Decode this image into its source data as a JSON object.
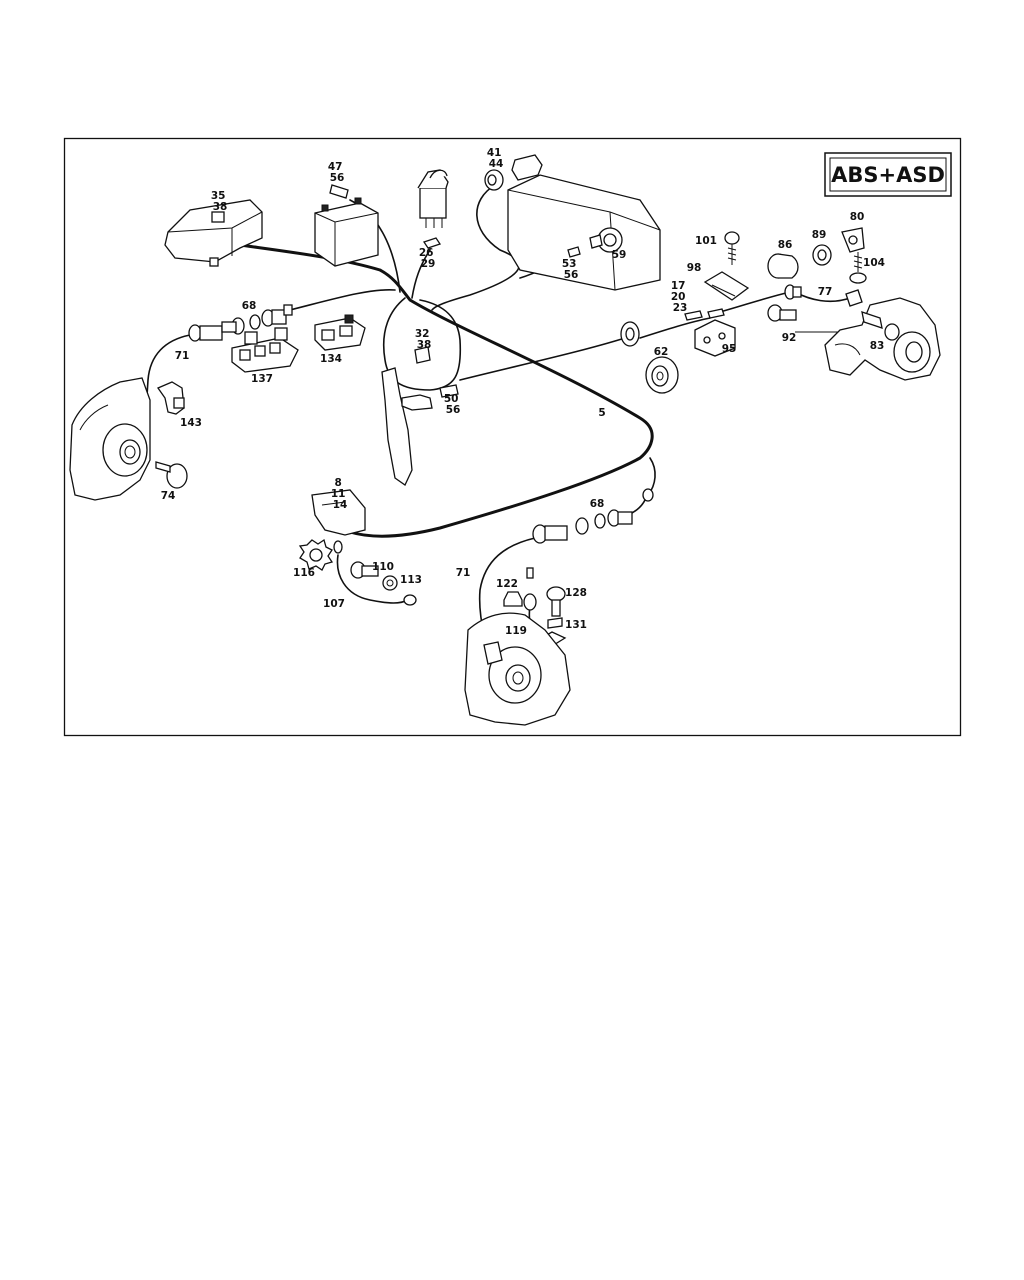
{
  "badge": {
    "text": "ABS+ASD"
  },
  "labels": {
    "l_35_38": [
      "35",
      "38"
    ],
    "l_47_56": [
      "47",
      "56"
    ],
    "l_26_29": [
      "26",
      "29"
    ],
    "l_41_44": [
      "41",
      "44"
    ],
    "l_53_56": [
      "53",
      "56"
    ],
    "l_59": [
      "59"
    ],
    "l_68a": [
      "68"
    ],
    "l_71a": [
      "71"
    ],
    "l_137": [
      "137"
    ],
    "l_134": [
      "134"
    ],
    "l_32_38": [
      "32",
      "38"
    ],
    "l_50_56": [
      "50",
      "56"
    ],
    "l_143": [
      "143"
    ],
    "l_74": [
      "74"
    ],
    "l_5": [
      "5"
    ],
    "l_101": [
      "101"
    ],
    "l_98": [
      "98"
    ],
    "l_17_20_23": [
      "17",
      "20",
      "23"
    ],
    "l_86": [
      "86"
    ],
    "l_89": [
      "89"
    ],
    "l_80": [
      "80"
    ],
    "l_104": [
      "104"
    ],
    "l_77": [
      "77"
    ],
    "l_92": [
      "92"
    ],
    "l_95": [
      "95"
    ],
    "l_62": [
      "62"
    ],
    "l_83": [
      "83"
    ],
    "l_8_11_14": [
      "8",
      "11",
      "14"
    ],
    "l_116": [
      "116"
    ],
    "l_110": [
      "110"
    ],
    "l_113": [
      "113"
    ],
    "l_107": [
      "107"
    ],
    "l_68b": [
      "68"
    ],
    "l_71b": [
      "71"
    ],
    "l_122": [
      "122"
    ],
    "l_128": [
      "128"
    ],
    "l_119": [
      "119"
    ],
    "l_131": [
      "131"
    ]
  }
}
